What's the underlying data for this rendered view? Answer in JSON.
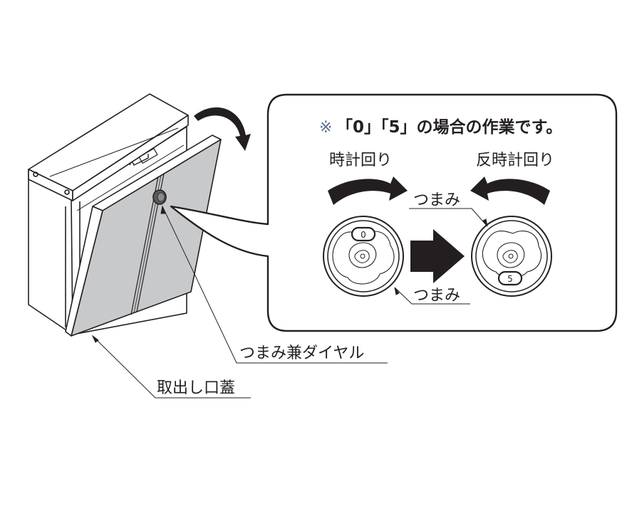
{
  "diagram": {
    "callout": {
      "note_mark": "※",
      "note_text": "「0」「5」の場合の作業です。",
      "clockwise_label": "時計回り",
      "counterclockwise_label": "反時計回り",
      "knob_label_top": "つまみ",
      "knob_label_bottom": "つまみ",
      "dial_left_value": "0",
      "dial_right_value": "5"
    },
    "labels": {
      "knob_dial": "つまみ兼ダイヤル",
      "outlet_lid": "取出し口蓋"
    },
    "colors": {
      "ink": "#231f20",
      "lid_fill": "#c8c9ca",
      "note_mark": "#5a6f8c"
    }
  }
}
